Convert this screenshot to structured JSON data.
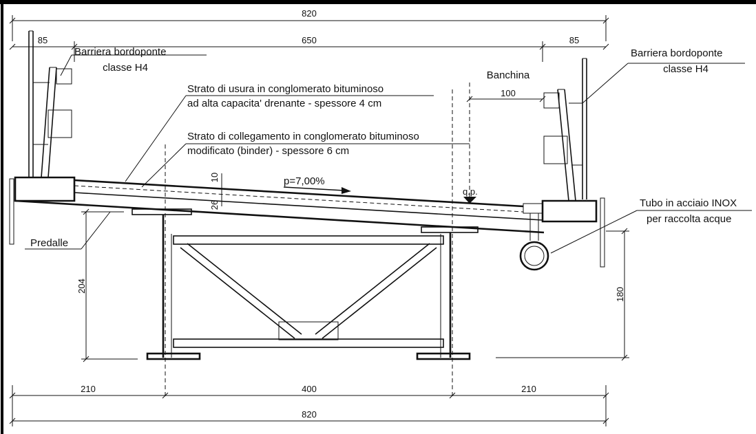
{
  "title_frame": "bridge-cross-section",
  "labels": {
    "barrier_left_line1": "Barriera bordoponte",
    "barrier_left_line2": "classe H4",
    "barrier_right_line1": "Barriera bordoponte",
    "barrier_right_line2": "classe H4",
    "wear_layer_line1": "Strato di usura in conglomerato bituminoso",
    "wear_layer_line2": "ad alta capacita' drenante - spessore 4 cm",
    "binder_layer_line1": "Strato di collegamento in conglomerato bituminoso",
    "binder_layer_line2": "modificato (binder) - spessore 6 cm",
    "shoulder": "Banchina",
    "slope": "p=7,00%",
    "qp": "q.p.",
    "pipe_line1": "Tubo in acciaio INOX",
    "pipe_line2": "per raccolta acque",
    "predalle": "Predalle"
  },
  "dimensions": {
    "top_total": "820",
    "top_left": "85",
    "top_mid": "650",
    "top_right": "85",
    "shoulder_width": "100",
    "layer_thickness": "10",
    "slab_thickness": "26",
    "left_height": "204",
    "right_height": "180",
    "bottom_left": "210",
    "bottom_mid": "400",
    "bottom_right": "210",
    "bottom_total": "820"
  }
}
